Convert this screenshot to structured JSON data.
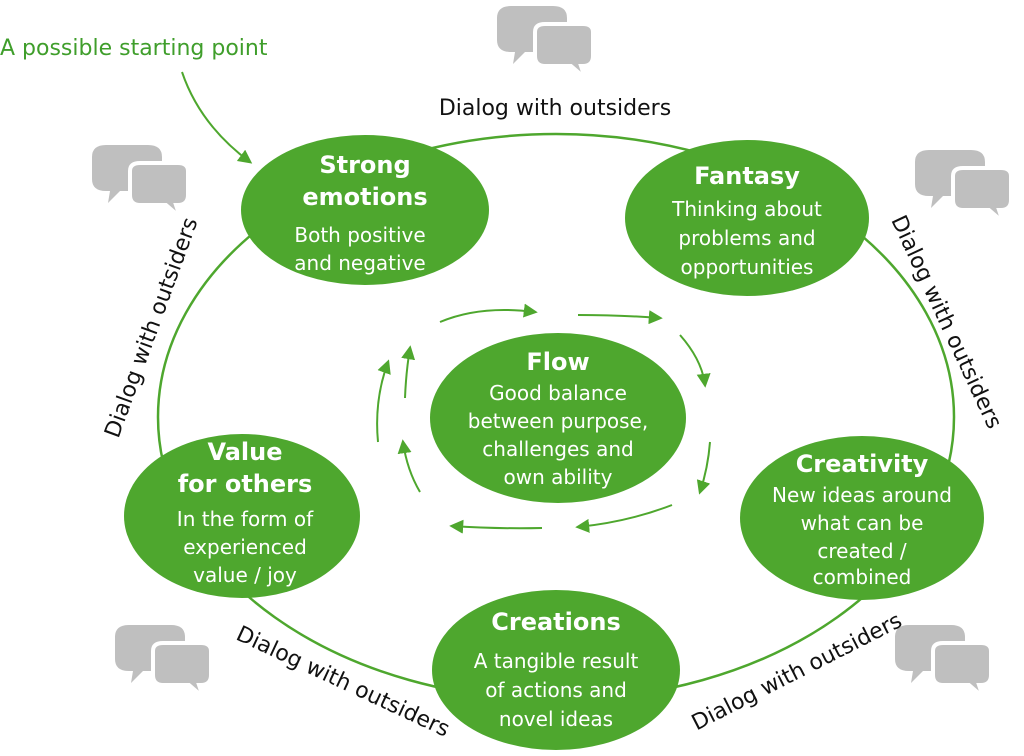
{
  "colors": {
    "green": "#4ea72e",
    "line": "#4ea72e",
    "bubble": "#bfbfbf",
    "start_text": "#3f9e2b"
  },
  "starting_point": "A possible starting point",
  "dialog_label": "Dialog with outsiders",
  "icons": {
    "speech": "speech-bubbles-icon"
  },
  "nodes": {
    "strong_emotions": {
      "title1": "Strong",
      "title2": "emotions",
      "desc1": "Both positive",
      "desc2": "and negative"
    },
    "fantasy": {
      "title": "Fantasy",
      "desc1": "Thinking about",
      "desc2": "problems and",
      "desc3": "opportunities"
    },
    "creativity": {
      "title": "Creativity",
      "desc1": "New ideas around",
      "desc2": "what can be",
      "desc3": "created /",
      "desc4": "combined"
    },
    "creations": {
      "title": "Creations",
      "desc1": "A tangible result",
      "desc2": "of actions and",
      "desc3": "novel ideas"
    },
    "value": {
      "title1": "Value",
      "title2": "for others",
      "desc1": "In the form of",
      "desc2": "experienced",
      "desc3": "value / joy"
    },
    "flow": {
      "title": "Flow",
      "desc1": "Good balance",
      "desc2": "between purpose,",
      "desc3": "challenges and",
      "desc4": "own ability"
    }
  }
}
